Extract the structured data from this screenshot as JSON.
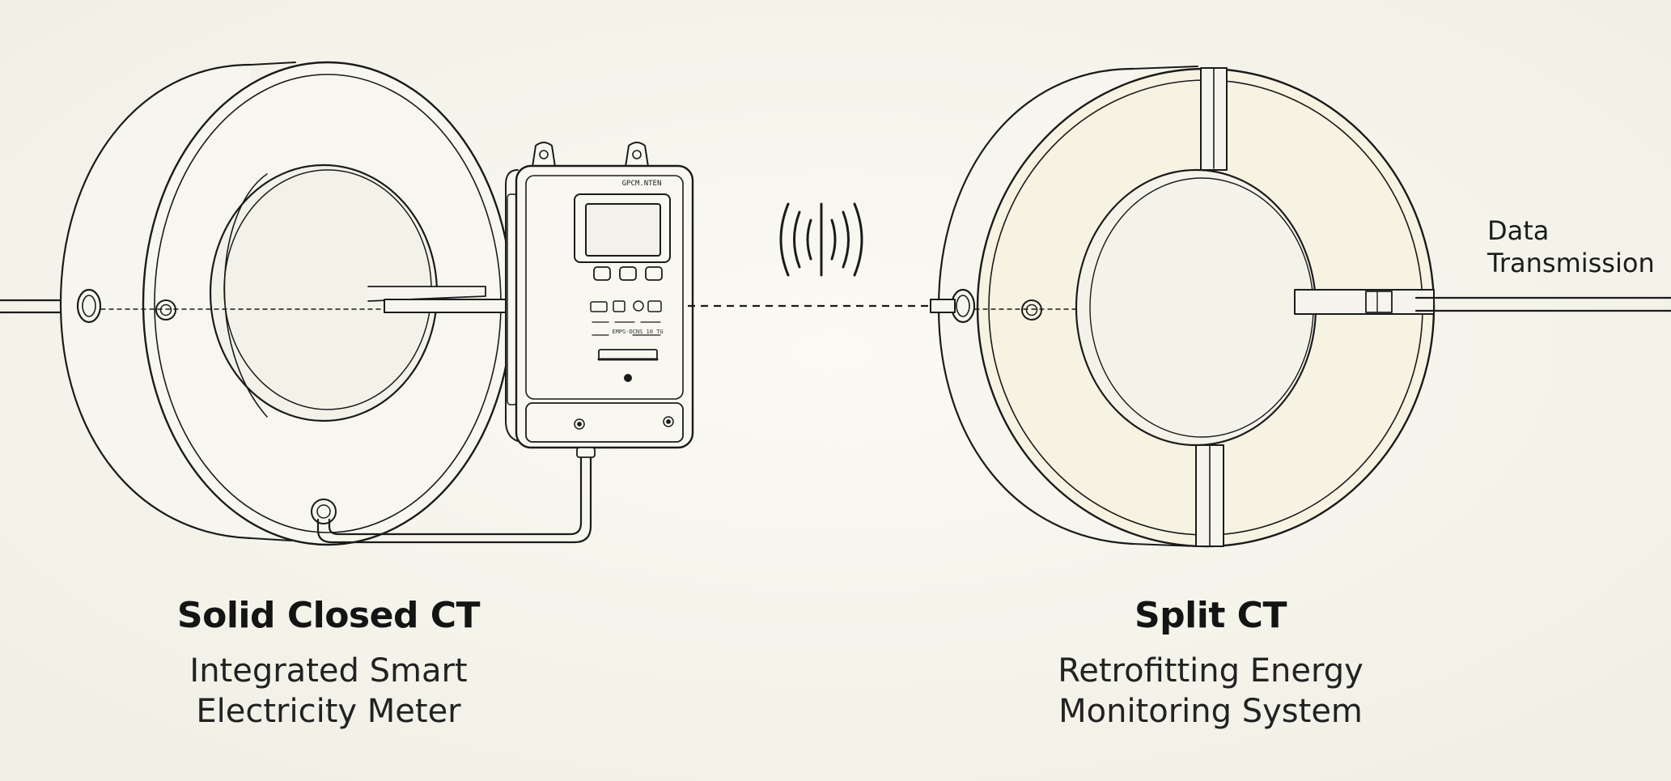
{
  "background_color": "#f6f5ec",
  "left_device": {
    "title": "Solid Closed CT",
    "subtitle_line1": "Integrated Smart",
    "subtitle_line2": "Electricity Meter",
    "meter_brand_text": "GPCM.NTEN",
    "meter_fine_text": "EMPS-DCNS 10 TG"
  },
  "right_device": {
    "title": "Split CT",
    "subtitle_line1": "Retrofitting Energy",
    "subtitle_line2": "Monitoring System"
  },
  "data_transmission": {
    "line1": "Data",
    "line2": "Transmission"
  },
  "icons": {
    "wireless": "wireless-signal-icon"
  }
}
